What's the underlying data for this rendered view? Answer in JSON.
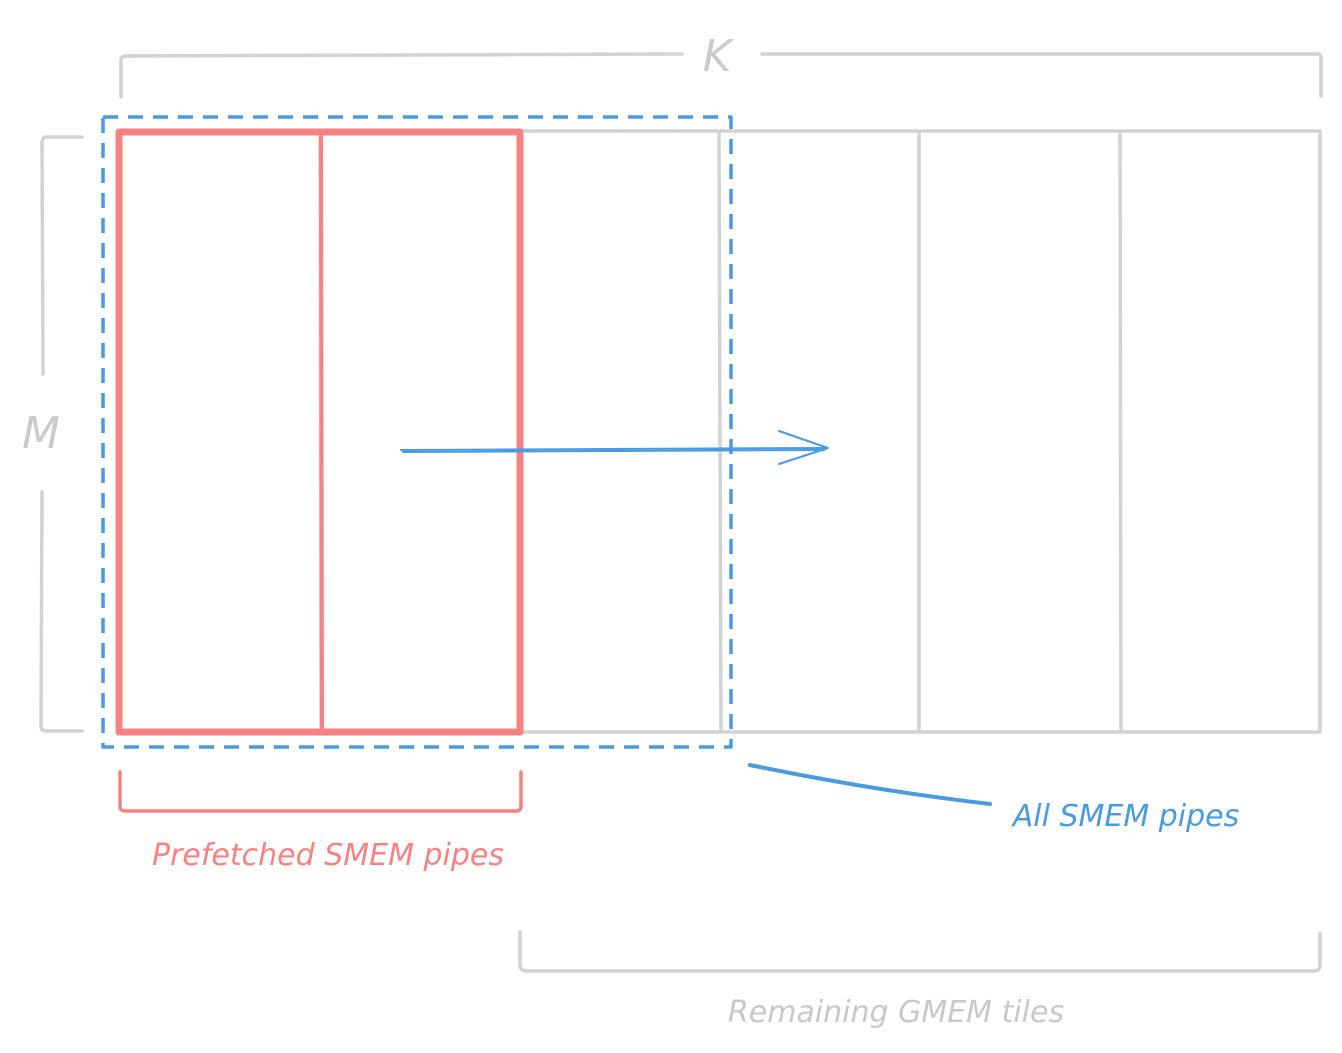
{
  "labels": {
    "k_axis": "K",
    "m_axis": "M",
    "prefetched": "Prefetched SMEM pipes",
    "all_smem": "All SMEM pipes",
    "remaining": "Remaining GMEM tiles"
  },
  "tiles": {
    "total": 6,
    "prefetched": 2,
    "in_smem": 3
  },
  "colors": {
    "grid": "#d0d0d0",
    "prefetched": "#f88282",
    "smem": "#4a9ae0",
    "remaining_text": "#c8c8c8"
  }
}
